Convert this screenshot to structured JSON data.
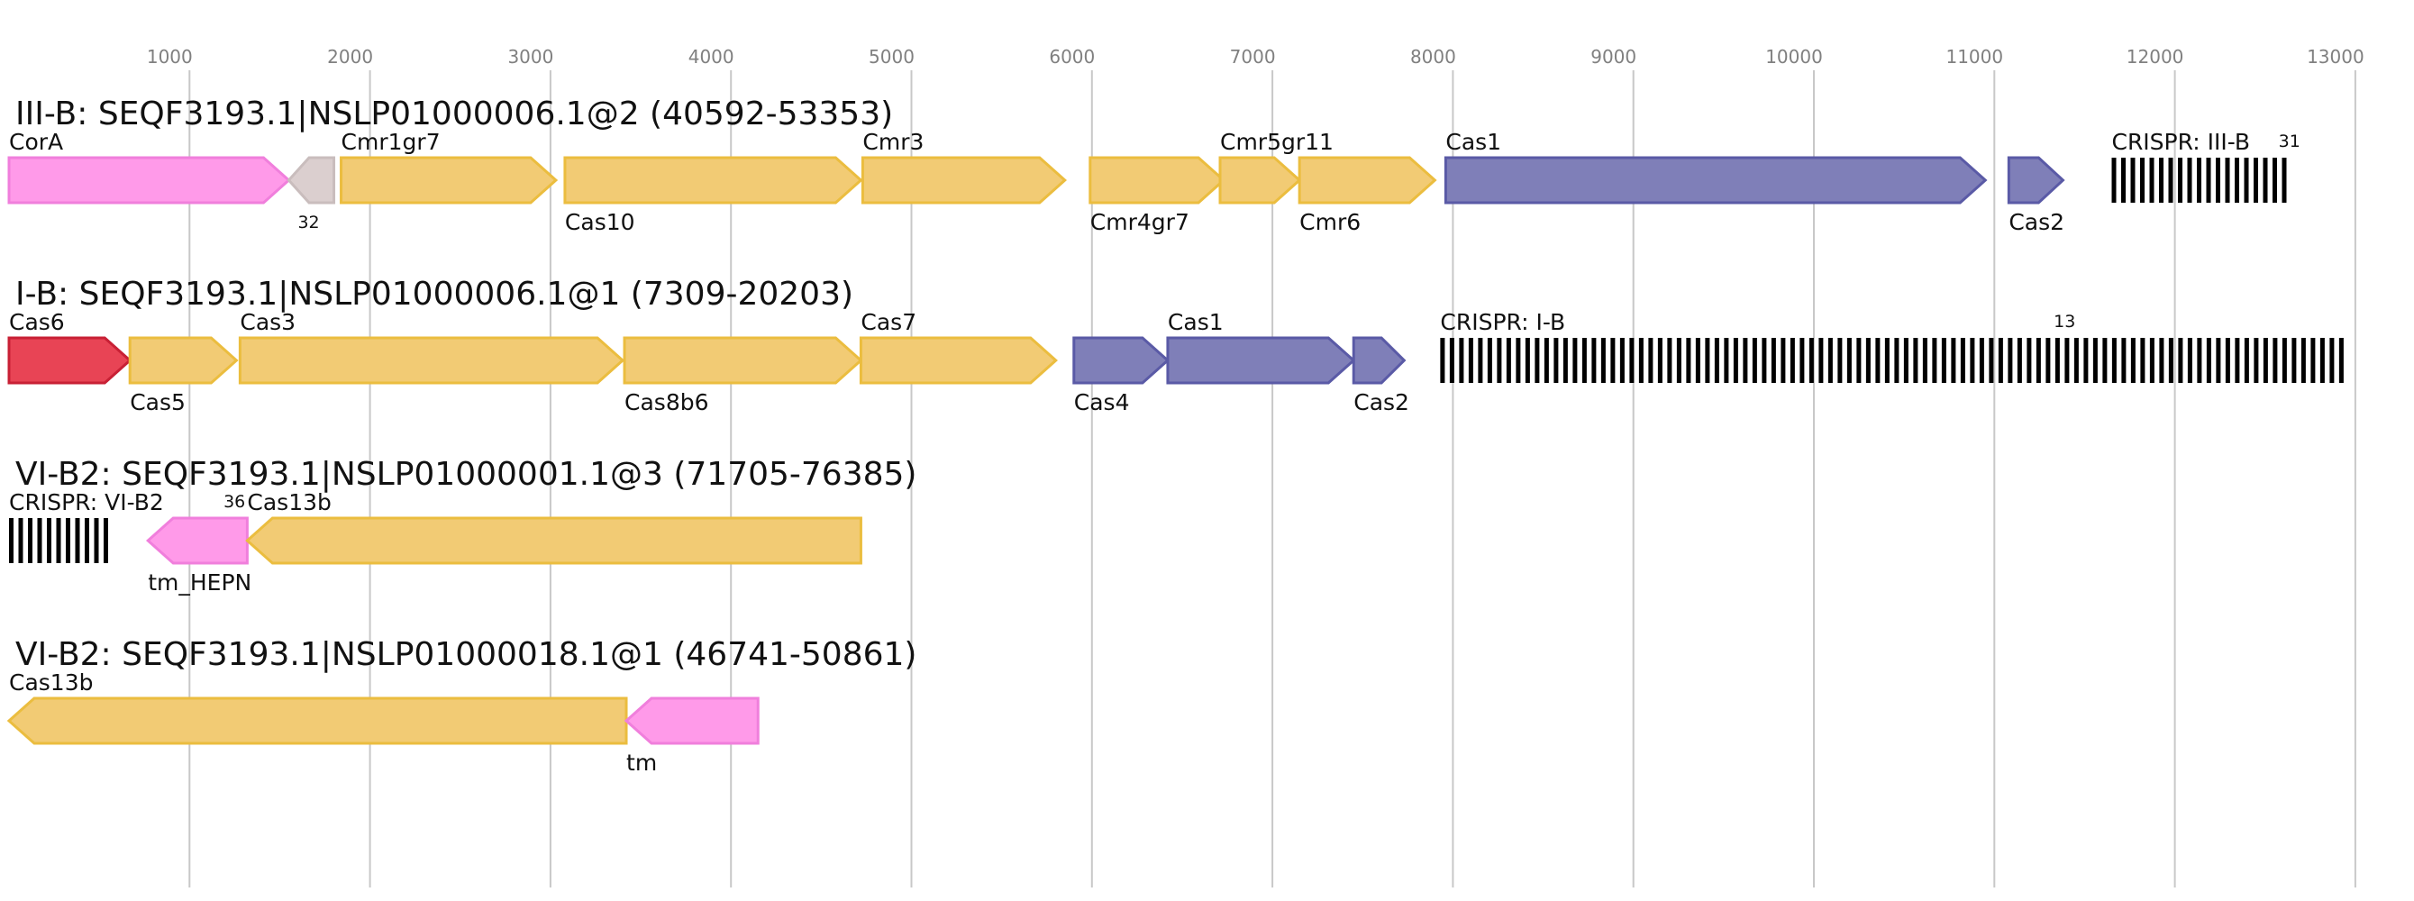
{
  "axis": {
    "ticks": [
      1000,
      2000,
      3000,
      4000,
      5000,
      6000,
      7000,
      8000,
      9000,
      10000,
      11000,
      12000,
      13000
    ],
    "tick_labels": [
      "1000",
      "2000",
      "3000",
      "4000",
      "5000",
      "6000",
      "7000",
      "8000",
      "9000",
      "10000",
      "11000",
      "12000",
      "13000"
    ]
  },
  "colors": {
    "yellow_fill": "#f2cb74",
    "yellow_stroke": "#ebbd3f",
    "pink_fill": "#ff9ae9",
    "pink_stroke": "#f07fdc",
    "grey_fill": "#dbcfcf",
    "grey_stroke": "#c9bdbd",
    "blue_fill": "#7f7fb8",
    "blue_stroke": "#5a5aa6",
    "red_fill": "#e84455",
    "red_stroke": "#c82035",
    "grid": "#c8c8c8",
    "repeat": "#000000"
  },
  "tracks": [
    {
      "title": "III-B: SEQF3193.1|NSLP01000006.1@2 (40592-53353)",
      "genes": [
        {
          "name": "CorA",
          "start": 0,
          "end": 1550,
          "strand": "+",
          "color": "pink",
          "label_pos": "above"
        },
        {
          "name": "",
          "start": 1550,
          "end": 1800,
          "strand": "-",
          "color": "grey",
          "label_pos": "none"
        },
        {
          "name": "Cmr1gr7",
          "start": 1840,
          "end": 3030,
          "strand": "+",
          "color": "yellow",
          "label_pos": "above"
        },
        {
          "name": "Cas10",
          "start": 3080,
          "end": 4720,
          "strand": "+",
          "color": "yellow",
          "label_pos": "below"
        },
        {
          "name": "Cmr3",
          "start": 4730,
          "end": 5850,
          "strand": "+",
          "color": "yellow",
          "label_pos": "above"
        },
        {
          "name": "Cmr4gr7",
          "start": 5990,
          "end": 6730,
          "strand": "+",
          "color": "yellow",
          "label_pos": "below"
        },
        {
          "name": "Cmr5gr11",
          "start": 6710,
          "end": 7150,
          "strand": "+",
          "color": "yellow",
          "label_pos": "above"
        },
        {
          "name": "Cmr6",
          "start": 7150,
          "end": 7900,
          "strand": "+",
          "color": "yellow",
          "label_pos": "below"
        },
        {
          "name": "Cas1",
          "start": 7960,
          "end": 10950,
          "strand": "+",
          "color": "blue",
          "label_pos": "above"
        },
        {
          "name": "Cas2",
          "start": 11080,
          "end": 11380,
          "strand": "+",
          "color": "blue",
          "label_pos": "below"
        }
      ],
      "crispr": {
        "label": "CRISPR: III-B",
        "start": 11650,
        "end": 12650,
        "count": "31"
      },
      "small_labels": [
        {
          "text": "32",
          "pos": 1560
        }
      ]
    },
    {
      "title": "I-B: SEQF3193.1|NSLP01000006.1@1 (7309-20203)",
      "genes": [
        {
          "name": "Cas6",
          "start": 0,
          "end": 670,
          "strand": "+",
          "color": "red",
          "label_pos": "above"
        },
        {
          "name": "Cas5",
          "start": 670,
          "end": 1260,
          "strand": "+",
          "color": "yellow",
          "label_pos": "below"
        },
        {
          "name": "Cas3",
          "start": 1280,
          "end": 3400,
          "strand": "+",
          "color": "yellow",
          "label_pos": "above"
        },
        {
          "name": "Cas8b6",
          "start": 3410,
          "end": 4720,
          "strand": "+",
          "color": "yellow",
          "label_pos": "below"
        },
        {
          "name": "Cas7",
          "start": 4720,
          "end": 5800,
          "strand": "+",
          "color": "yellow",
          "label_pos": "above"
        },
        {
          "name": "Cas4",
          "start": 5900,
          "end": 6420,
          "strand": "+",
          "color": "blue",
          "label_pos": "below"
        },
        {
          "name": "Cas1",
          "start": 6420,
          "end": 7450,
          "strand": "+",
          "color": "blue",
          "label_pos": "above"
        },
        {
          "name": "Cas2",
          "start": 7450,
          "end": 7730,
          "strand": "+",
          "color": "blue",
          "label_pos": "below"
        }
      ],
      "crispr": {
        "label": "CRISPR: I-B",
        "start": 7930,
        "end": 12930,
        "count": "13"
      },
      "small_labels": []
    },
    {
      "title": "VI-B2: SEQF3193.1|NSLP01000001.1@3 (71705-76385)",
      "genes": [
        {
          "name": "tm_HEPN",
          "start": 770,
          "end": 1320,
          "strand": "-",
          "color": "pink",
          "label_pos": "below"
        },
        {
          "name": "Cas13b",
          "start": 1320,
          "end": 4720,
          "strand": "-",
          "color": "yellow",
          "label_pos": "above"
        }
      ],
      "crispr": {
        "label": "CRISPR: VI-B2",
        "start": 0,
        "end": 580,
        "count": "36"
      },
      "small_labels": []
    },
    {
      "title": "VI-B2: SEQF3193.1|NSLP01000018.1@1 (46741-50861)",
      "genes": [
        {
          "name": "Cas13b",
          "start": 0,
          "end": 3420,
          "strand": "-",
          "color": "yellow",
          "label_pos": "above"
        },
        {
          "name": "tm",
          "start": 3420,
          "end": 4150,
          "strand": "-",
          "color": "pink",
          "label_pos": "below"
        }
      ],
      "crispr": null,
      "small_labels": []
    }
  ]
}
